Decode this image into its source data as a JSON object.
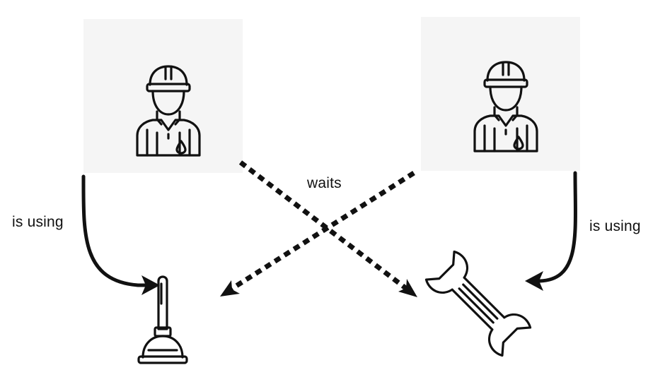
{
  "diagram": {
    "labels": {
      "left_relation": "is using",
      "right_relation": "is using",
      "center_relation": "waits"
    },
    "nodes": [
      {
        "id": "worker-left",
        "icon": "construction-worker-icon"
      },
      {
        "id": "worker-right",
        "icon": "construction-worker-icon"
      },
      {
        "id": "plunger",
        "icon": "plunger-icon"
      },
      {
        "id": "wrench",
        "icon": "wrench-icon"
      }
    ],
    "edges": [
      {
        "from": "worker-left",
        "to": "plunger",
        "label": "is using",
        "style": "solid"
      },
      {
        "from": "worker-right",
        "to": "wrench",
        "label": "is using",
        "style": "solid"
      },
      {
        "from": "worker-left",
        "to": "wrench",
        "label": "waits",
        "style": "dashed"
      },
      {
        "from": "worker-right",
        "to": "plunger",
        "label": "waits",
        "style": "dashed"
      }
    ],
    "colors": {
      "node_background": "#f5f5f5",
      "stroke": "#111111"
    }
  }
}
